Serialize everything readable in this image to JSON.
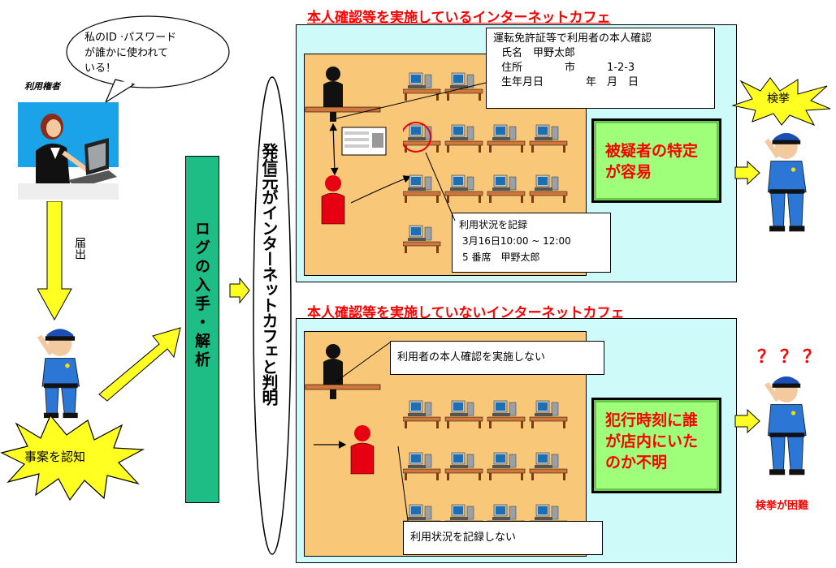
{
  "left": {
    "speech": "私のID ·パスワード\nが誰かに使われて\nいる！",
    "user_label": "利用権者",
    "report_label": "届出",
    "incident_label": "事案を認知"
  },
  "middle": {
    "log_label": "ログの入手・解析",
    "oval_label": "発信元がインターネットカフェと判明"
  },
  "top_cafe": {
    "title": "本人確認等を実施しているインターネットカフェ",
    "id_check": {
      "heading": "運転免許証等で利用者の本人確認",
      "name": "氏名　甲野太郎",
      "address": "住所　　　　市　　　1-2-3",
      "birth": "生年月日　　　　年　月　日"
    },
    "usage": {
      "heading": "利用状況を記録",
      "time": "3月16日10:00 ~ 12:00",
      "seat": "5 番席　甲野太郎"
    },
    "result": "被疑者の特定が容易",
    "arrest": "検挙"
  },
  "bottom_cafe": {
    "title": "本人確認等を実施していないインターネットカフェ",
    "no_id_check": "利用者の本人確認を実施しない",
    "no_usage": "利用状況を記録しない",
    "result": "犯行時刻に誰が店内にいたのか不明",
    "question": "？？？",
    "arrest_hard": "検挙が困難"
  },
  "colors": {
    "panel": "#cffafa",
    "floor": "#f8c878",
    "green_box": "#a0ff7a",
    "emphasis": "#ff0000",
    "log_bar": "#1ebd86",
    "arrow": "#ffff22"
  }
}
